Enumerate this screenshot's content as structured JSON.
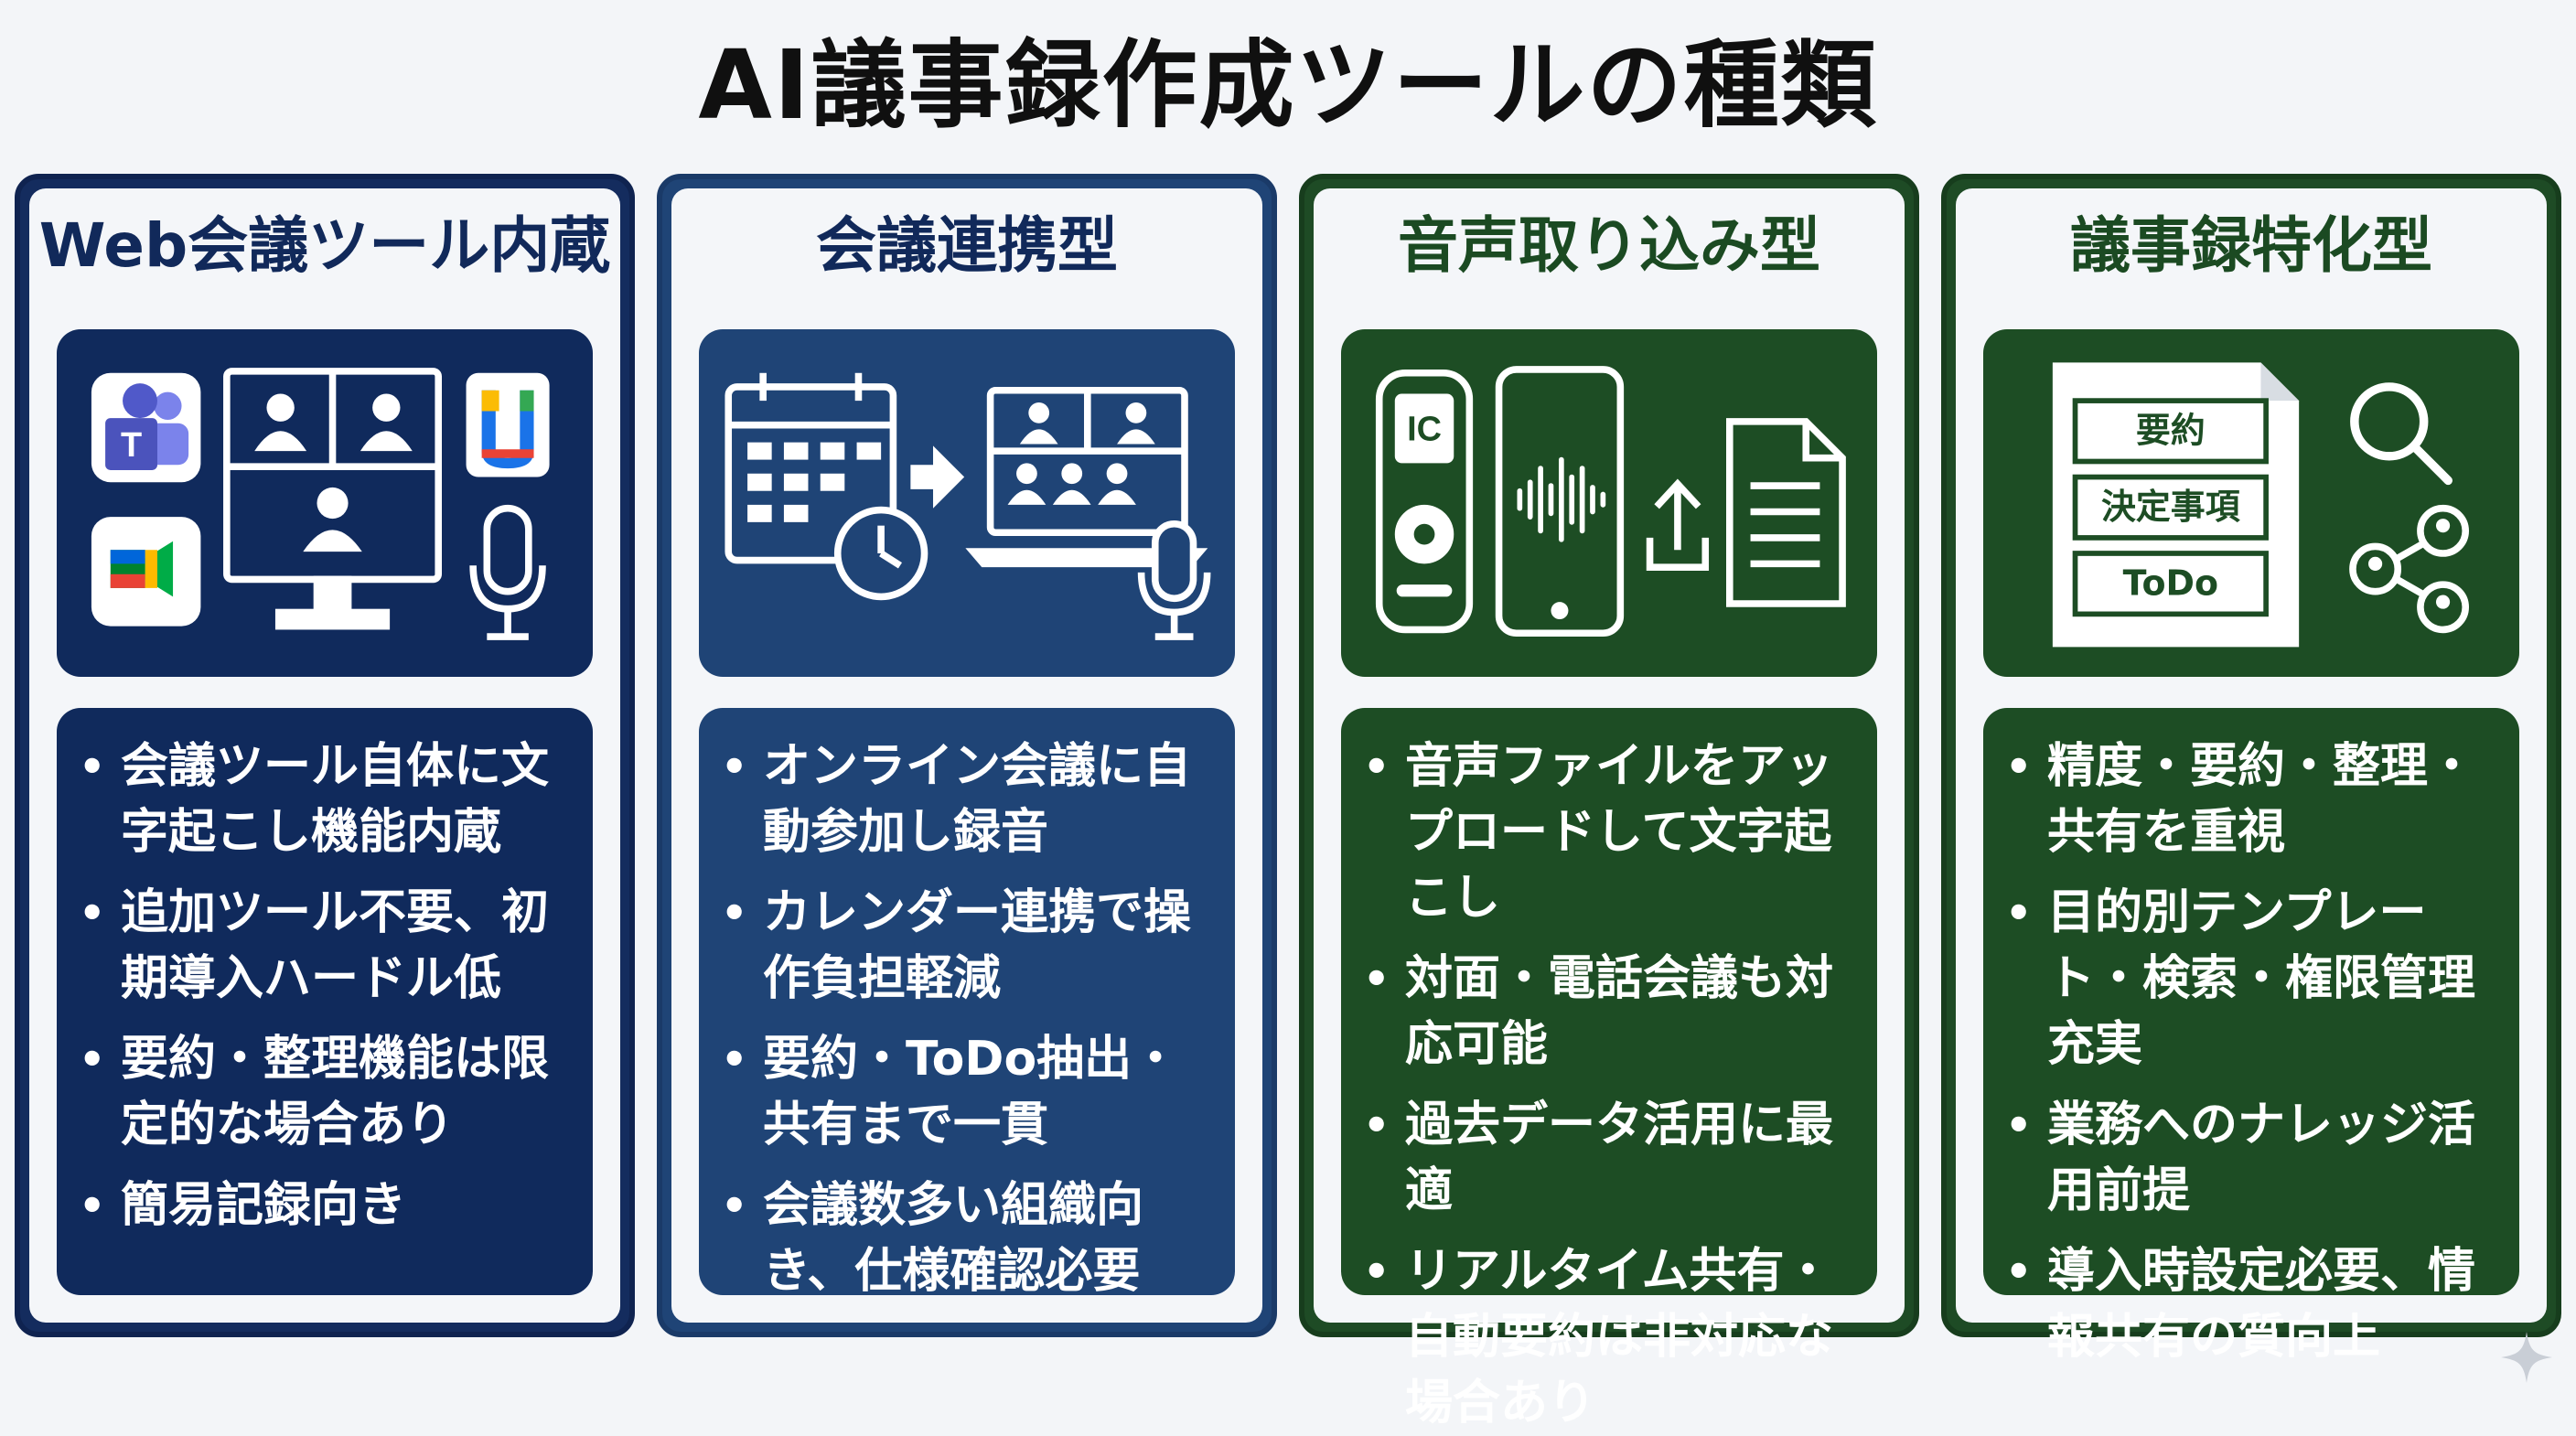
{
  "page": {
    "title": "AI議事録作成ツールの種類"
  },
  "columns": [
    {
      "heading": "Web会議ツール内蔵型",
      "icons": [
        "teams-logo-icon",
        "google-meet-logo-icon",
        "video-conference-monitor-icon",
        "zoom-style-logo-icon",
        "microphone-icon"
      ],
      "bullets": [
        "会議ツール自体に文字起こし機能内蔵",
        "追加ツール不要、初期導入ハードル低",
        "要約・整理機能は限定的な場合あり",
        "簡易記録向き"
      ]
    },
    {
      "heading": "会議連携型",
      "icons": [
        "calendar-icon",
        "clock-icon",
        "arrow-right-icon",
        "laptop-meeting-icon",
        "microphone-icon"
      ],
      "bullets": [
        "オンライン会議に自動参加し録音",
        "カレンダー連携で操作負担軽減",
        "要約・ToDo抽出・共有まで一貫",
        "会議数多い組織向き、仕様確認必要"
      ]
    },
    {
      "heading": "音声取り込み型",
      "icons": [
        "ic-recorder-icon",
        "smartphone-waveform-icon",
        "upload-icon",
        "document-icon"
      ],
      "recorder_label": "IC",
      "bullets": [
        "音声ファイルをアップロードして文字起こし",
        "対面・電話会議も対応可能",
        "過去データ活用に最適",
        "リアルタイム共有・自動要約は非対応な場合あり"
      ]
    },
    {
      "heading": "議事録特化型",
      "icons": [
        "minutes-document-icon",
        "search-icon",
        "share-icon"
      ],
      "doc_sections": [
        "要約",
        "決定事項",
        "ToDo"
      ],
      "bullets": [
        "精度・要約・整理・共有を重視",
        "目的別テンプレート・検索・権限管理充実",
        "業務へのナレッジ活用前提",
        "導入時設定必要、情報共有の質向上"
      ]
    }
  ],
  "colors": {
    "navy": "#102a5c",
    "blue": "#1f4476",
    "green": "#1d4d24",
    "panel_bg": "#f4f6f9"
  }
}
